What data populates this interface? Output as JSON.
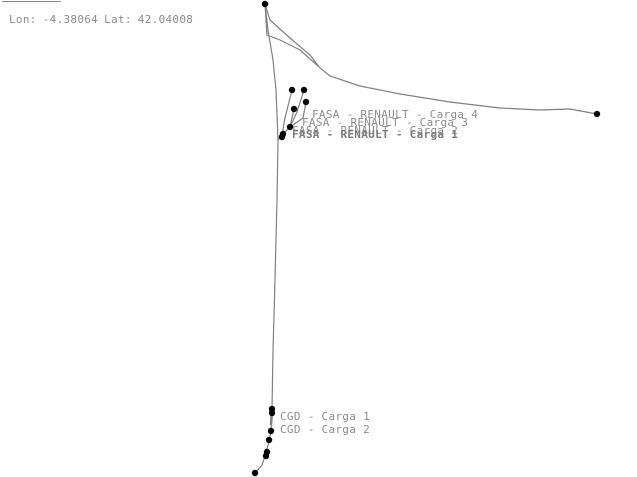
{
  "map": {
    "scale_bar": "scale-bar",
    "coordinates": {
      "lon_label": "Lon:",
      "lon_value": "-4.38064",
      "lat_label": "Lat:",
      "lat_value": "42.04008"
    },
    "route_color": "#808080",
    "stop_color": "#000000",
    "label_color": "#8c8c8c",
    "labels": [
      {
        "text": "FASA - RENAULT - Carga 4"
      },
      {
        "text": "FASA - RENAULT - Carga 3"
      },
      {
        "text": "FASA - RENAULT - Carga 2"
      },
      {
        "text": "FASA - RENAULT - Carga 1"
      },
      {
        "text": "CGD - Carga 1"
      },
      {
        "text": "CGD - Carga 2"
      }
    ]
  }
}
